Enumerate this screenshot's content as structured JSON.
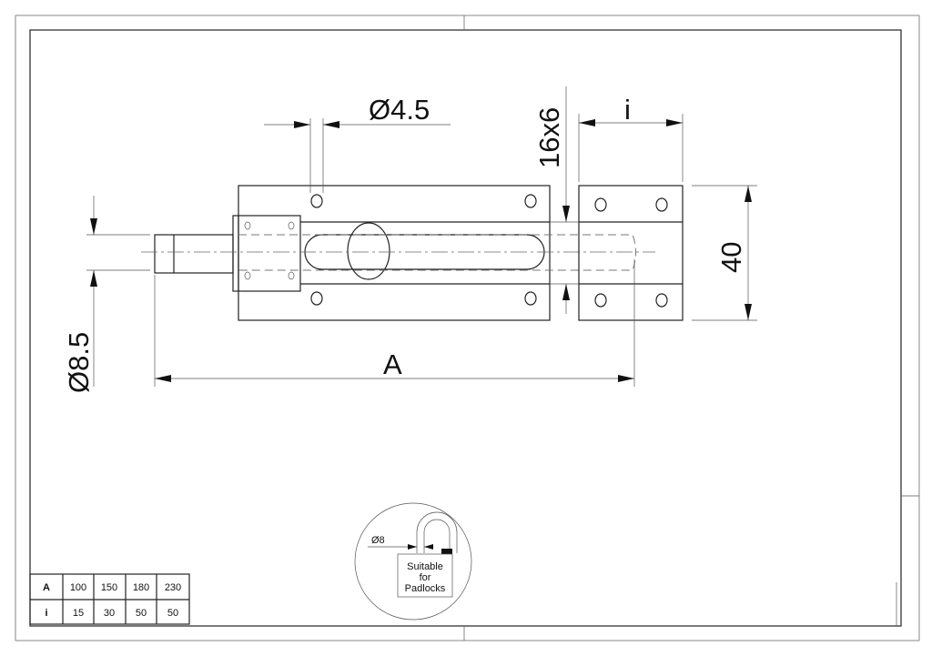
{
  "dimensions": {
    "hole_diameter": "Ø4.5",
    "slot_size": "16x6",
    "keeper_width": "i",
    "height": "40",
    "bolt_diameter": "Ø8.5",
    "overall_length": "A"
  },
  "size_table": {
    "rows": [
      {
        "label": "A",
        "values": [
          "100",
          "150",
          "180",
          "230"
        ]
      },
      {
        "label": "i",
        "values": [
          "15",
          "30",
          "50",
          "50"
        ]
      }
    ]
  },
  "padlock_badge": {
    "shackle_diameter": "Ø8",
    "line1": "Suitable",
    "line2": "for",
    "line3": "Padlocks"
  }
}
